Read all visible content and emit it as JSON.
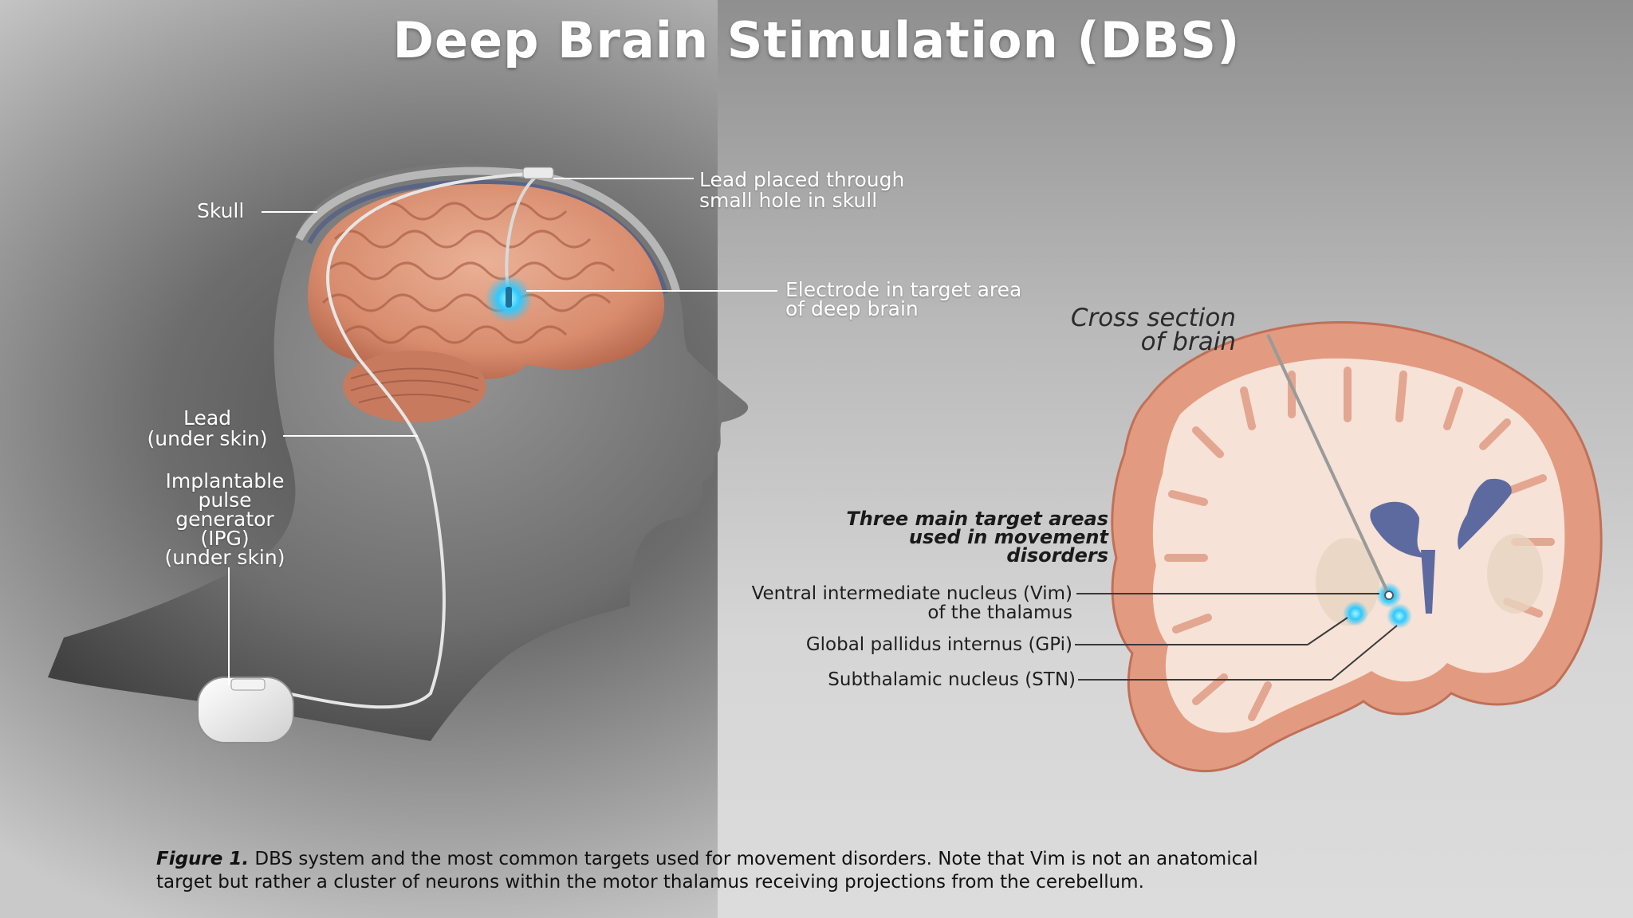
{
  "title": "Deep Brain Stimulation (DBS)",
  "labels": {
    "skull": "Skull",
    "lead_hole_line1": "Lead placed through",
    "lead_hole_line2": "small hole in skull",
    "electrode_line1": "Electrode in target area",
    "electrode_line2": "of deep brain",
    "lead_line1": "Lead",
    "lead_line2": "(under skin)",
    "ipg_line1": "Implantable",
    "ipg_line2": "pulse",
    "ipg_line3": "generator",
    "ipg_line4": "(IPG)",
    "ipg_line5": "(under skin)"
  },
  "cross_section": {
    "title_line1": "Cross section",
    "title_line2": "of brain",
    "targets_heading_line1": "Three main target areas",
    "targets_heading_line2": "used in movement",
    "targets_heading_line3": "disorders",
    "vim_line1": "Ventral intermediate nucleus (Vim)",
    "vim_line2": "of the thalamus",
    "gpi": "Global pallidus internus (GPi)",
    "stn": "Subthalamic nucleus (STN)"
  },
  "caption": {
    "figure_label": "Figure 1.",
    "line1": " DBS system and the most common targets used for movement disorders. Note that Vim is not an anatomical",
    "line2": "target but rather a cluster of neurons within the motor thalamus receiving projections from the cerebellum."
  },
  "colors": {
    "brain": "#e0987a",
    "brain_dark": "#b8654a",
    "white_matter": "#f6e2d6",
    "ventricle": "#5d6aa0",
    "target_glow": "#2ec9ff"
  }
}
